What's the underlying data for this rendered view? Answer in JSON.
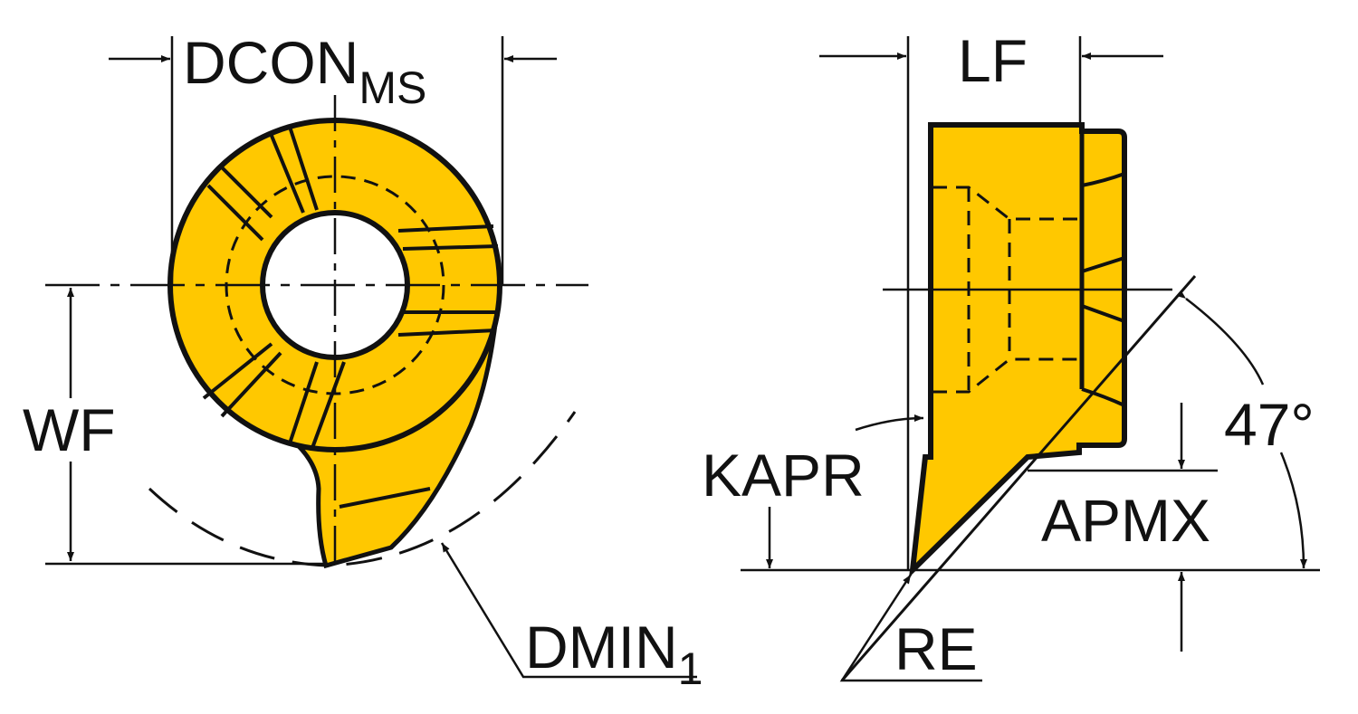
{
  "colors": {
    "insert": "#FFC800",
    "line": "#111111"
  },
  "labels": {
    "dcon": "DCON",
    "dcon_sub": "MS",
    "lf": "LF",
    "wf": "WF",
    "kapr": "KAPR",
    "apmx": "APMX",
    "angle": "47°",
    "re": "RE",
    "dmin": "DMIN",
    "dmin_sub": "1"
  }
}
